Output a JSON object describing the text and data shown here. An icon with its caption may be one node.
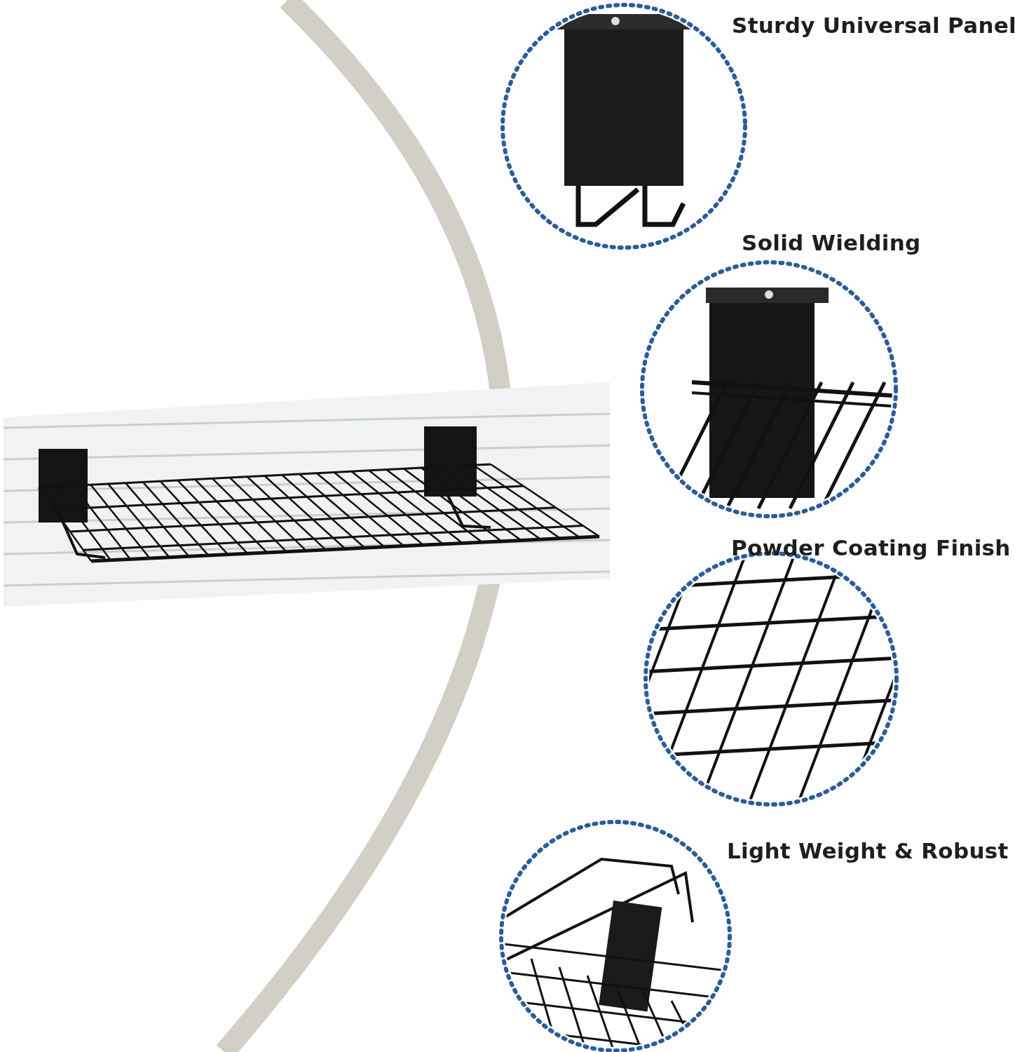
{
  "diagram": {
    "nodes": [
      {
        "text": [],
        "shape": "circle",
        "beside": [
          "Sturdy Universal Panel"
        ]
      },
      {
        "text": [],
        "shape": "circle",
        "beside": [
          "Solid Wielding"
        ]
      },
      {
        "text": [],
        "shape": "circle",
        "beside": [
          "Powder Coating Finish"
        ]
      },
      {
        "text": [],
        "shape": "circle",
        "beside": [
          "Light Weight & Robust"
        ]
      }
    ]
  }
}
